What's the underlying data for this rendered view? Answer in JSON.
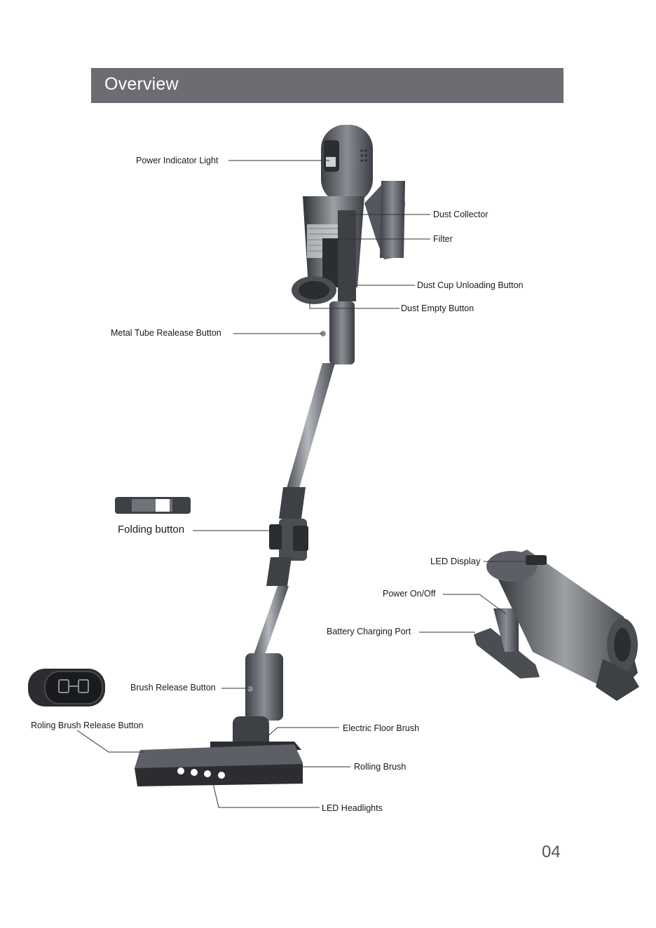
{
  "header": {
    "title": "Overview"
  },
  "labels": {
    "power_indicator_light": "Power Indicator Light",
    "dust_collector": "Dust Collector",
    "filter": "Filter",
    "dust_cup_unloading_button": "Dust Cup Unloading  Button",
    "dust_empty_button": "Dust Empty Button",
    "metal_tube_release_button": "Metal Tube Realease Button",
    "folding_button": "Folding button",
    "led_display": "LED Display",
    "power_on_off": "Power On/Off",
    "battery_charging_port": "Battery Charging Port",
    "brush_release_button": "Brush Release Button",
    "rolling_brush_release_button": "Roling Brush Release Button",
    "electric_floor_brush": "Electric Floor Brush",
    "rolling_brush": "Rolling Brush",
    "led_headlights": "LED Headlights"
  },
  "page_number": "04",
  "colors": {
    "header_bg": "#6b6d72",
    "body_metal": "#5c6066",
    "dark": "#2b2d31"
  }
}
